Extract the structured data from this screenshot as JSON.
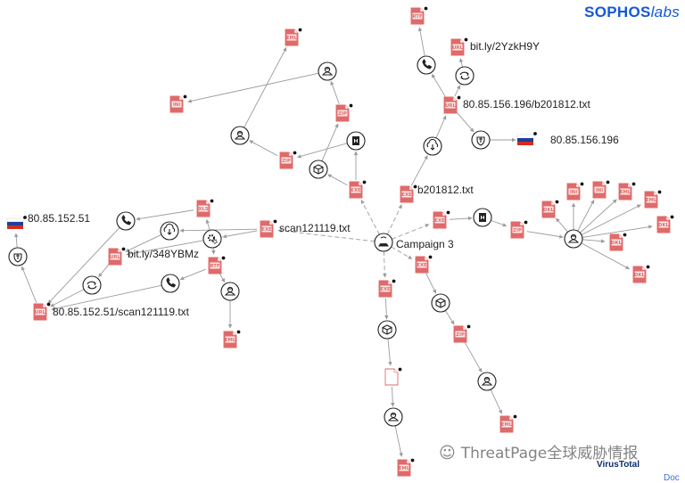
{
  "brand": {
    "main": "SOPHOS",
    "sub": "labs"
  },
  "footer": {
    "virustotal": "VirusTotal",
    "watermark": "ThreatPage全球威胁情报",
    "doc_link": "Doc"
  },
  "colors": {
    "file_red": "#e06a6a",
    "edge": "#9b9b9b",
    "flag_white": "#ffffff",
    "flag_blue": "#1c3f9c",
    "flag_red": "#d52b1e"
  },
  "nodes": [
    {
      "id": "campaign",
      "kind": "circle",
      "icon": "campaign-icon",
      "label": "Campaign 3"
    },
    {
      "id": "scan_exe",
      "kind": "file",
      "ft": "EXE",
      "label": "scan121119.txt"
    },
    {
      "id": "b2_exe",
      "kind": "file",
      "ft": "EXE",
      "label": "b201812.txt"
    },
    {
      "id": "exe_right",
      "kind": "file",
      "ft": "EXE",
      "label": ""
    },
    {
      "id": "exe_lower_r",
      "kind": "file",
      "ft": "EXE",
      "label": ""
    },
    {
      "id": "exe_lower_c",
      "kind": "file",
      "ft": "EXE",
      "label": ""
    },
    {
      "id": "exe_upper",
      "kind": "file",
      "ft": "EXE",
      "label": ""
    },
    {
      "id": "url_b2",
      "kind": "file",
      "ft": "URL",
      "label": "80.85.156.196/b201812.txt"
    },
    {
      "id": "url_bit2",
      "kind": "file",
      "ft": "URL",
      "label": "bit.ly/2YzkH9Y"
    },
    {
      "id": "ip156",
      "kind": "flag",
      "label": "80.85.156.196"
    },
    {
      "id": "url_scan",
      "kind": "file",
      "ft": "URL",
      "label": "80.85.152.51/scan121119.txt"
    },
    {
      "id": "url_bit3",
      "kind": "file",
      "ft": "URL",
      "label": "bit.ly/348YBMz"
    },
    {
      "id": "ip152",
      "kind": "flag",
      "label": "80.85.152.51"
    },
    {
      "id": "rtf_top",
      "kind": "file",
      "ft": "RTF",
      "label": ""
    },
    {
      "id": "rtf_left",
      "kind": "file",
      "ft": "RTF",
      "label": ""
    },
    {
      "id": "xls_left",
      "kind": "file",
      "ft": "XLS",
      "label": ""
    },
    {
      "id": "zip_a",
      "kind": "file",
      "ft": "ZIP",
      "label": ""
    },
    {
      "id": "zip_b",
      "kind": "file",
      "ft": "ZIP",
      "label": ""
    },
    {
      "id": "zip_r",
      "kind": "file",
      "ft": "ZIP",
      "label": ""
    },
    {
      "id": "zip_lr",
      "kind": "file",
      "ft": "ZIP",
      "label": ""
    },
    {
      "id": "eml_top",
      "kind": "file",
      "ft": "EML",
      "label": ""
    },
    {
      "id": "eml_left_bottom",
      "kind": "file",
      "ft": "EML",
      "label": ""
    },
    {
      "id": "eml_bottom",
      "kind": "file",
      "ft": "EML",
      "label": ""
    },
    {
      "id": "eml_lr",
      "kind": "file",
      "ft": "EML",
      "label": ""
    },
    {
      "id": "ini_top",
      "kind": "file",
      "ft": "INI",
      "label": ""
    },
    {
      "id": "doc_plain",
      "kind": "file",
      "ft": "",
      "label": ""
    },
    {
      "id": "r1",
      "kind": "file",
      "ft": "DKL",
      "label": ""
    },
    {
      "id": "r2",
      "kind": "file",
      "ft": "INI",
      "label": ""
    },
    {
      "id": "r3",
      "kind": "file",
      "ft": "INI",
      "label": ""
    },
    {
      "id": "r4",
      "kind": "file",
      "ft": "EML",
      "label": ""
    },
    {
      "id": "r5",
      "kind": "file",
      "ft": "EML",
      "label": ""
    },
    {
      "id": "r6",
      "kind": "file",
      "ft": "DKL",
      "label": ""
    },
    {
      "id": "r7",
      "kind": "file",
      "ft": "DKL",
      "label": ""
    },
    {
      "id": "r8",
      "kind": "file",
      "ft": "DKL",
      "label": ""
    },
    {
      "id": "c_contacted_l",
      "kind": "circle",
      "icon": "phone-icon",
      "label": ""
    },
    {
      "id": "c_download_l",
      "kind": "circle",
      "icon": "download-cloud-icon",
      "label": ""
    },
    {
      "id": "c_bundle_l",
      "kind": "circle",
      "icon": "gear-icon",
      "label": ""
    },
    {
      "id": "c_redirect_l",
      "kind": "circle",
      "icon": "redirect-icon",
      "label": ""
    },
    {
      "id": "c_contacted_l2",
      "kind": "circle",
      "icon": "phone-icon",
      "label": ""
    },
    {
      "id": "c_embedded_l",
      "kind": "circle",
      "icon": "person-icon",
      "label": ""
    },
    {
      "id": "c_resolve_l",
      "kind": "circle",
      "icon": "resolve-icon",
      "label": ""
    },
    {
      "id": "c_dropped_u",
      "kind": "circle",
      "icon": "box-icon",
      "label": ""
    },
    {
      "id": "c_person_u",
      "kind": "circle",
      "icon": "person-icon",
      "label": ""
    },
    {
      "id": "c_person_top",
      "kind": "circle",
      "icon": "person-icon",
      "label": ""
    },
    {
      "id": "c_exec_u",
      "kind": "circle",
      "icon": "execution-icon",
      "label": ""
    },
    {
      "id": "c_contacted_t",
      "kind": "circle",
      "icon": "phone-icon",
      "label": ""
    },
    {
      "id": "c_redirect_t",
      "kind": "circle",
      "icon": "redirect-icon",
      "label": ""
    },
    {
      "id": "c_download_t",
      "kind": "circle",
      "icon": "download-cloud-icon",
      "label": ""
    },
    {
      "id": "c_resolve_t",
      "kind": "circle",
      "icon": "resolve-icon",
      "label": ""
    },
    {
      "id": "c_exec_r",
      "kind": "circle",
      "icon": "execution-icon",
      "label": ""
    },
    {
      "id": "c_hub_r",
      "kind": "circle",
      "icon": "person-icon",
      "label": ""
    },
    {
      "id": "c_box_lr",
      "kind": "circle",
      "icon": "box-icon",
      "label": ""
    },
    {
      "id": "c_person_lr",
      "kind": "circle",
      "icon": "person-icon",
      "label": ""
    },
    {
      "id": "c_box_lc",
      "kind": "circle",
      "icon": "box-icon",
      "label": ""
    },
    {
      "id": "c_person_lc",
      "kind": "circle",
      "icon": "person-icon",
      "label": ""
    }
  ],
  "edges": [
    [
      "campaign",
      "scan_exe",
      "dashed"
    ],
    [
      "campaign",
      "b2_exe",
      "dashed"
    ],
    [
      "campaign",
      "exe_right",
      "dashed"
    ],
    [
      "campaign",
      "exe_lower_r",
      "dashed"
    ],
    [
      "campaign",
      "exe_lower_c",
      "dashed"
    ],
    [
      "campaign",
      "exe_upper",
      "dashed"
    ],
    [
      "scan_exe",
      "c_bundle_l",
      "solid"
    ],
    [
      "c_bundle_l",
      "xls_left",
      "solid"
    ],
    [
      "c_bundle_l",
      "rtf_left",
      "solid"
    ],
    [
      "c_bundle_l",
      "url_bit3",
      "solid"
    ],
    [
      "xls_left",
      "c_contacted_l",
      "solid"
    ],
    [
      "c_contacted_l",
      "url_scan",
      "solid"
    ],
    [
      "scan_exe",
      "c_download_l",
      "solid"
    ],
    [
      "c_download_l",
      "url_bit3",
      "solid"
    ],
    [
      "url_bit3",
      "c_redirect_l",
      "solid"
    ],
    [
      "c_redirect_l",
      "url_scan",
      "solid"
    ],
    [
      "rtf_left",
      "c_contacted_l2",
      "solid"
    ],
    [
      "c_contacted_l2",
      "url_scan",
      "solid"
    ],
    [
      "rtf_left",
      "c_embedded_l",
      "solid"
    ],
    [
      "c_embedded_l",
      "eml_left_bottom",
      "solid"
    ],
    [
      "url_scan",
      "c_resolve_l",
      "solid"
    ],
    [
      "c_resolve_l",
      "ip152",
      "solid"
    ],
    [
      "exe_upper",
      "c_dropped_u",
      "solid"
    ],
    [
      "c_dropped_u",
      "zip_a",
      "solid"
    ],
    [
      "zip_a",
      "c_person_u",
      "solid"
    ],
    [
      "c_person_u",
      "ini_top",
      "solid"
    ],
    [
      "exe_upper",
      "c_exec_u",
      "solid"
    ],
    [
      "c_exec_u",
      "zip_b",
      "solid"
    ],
    [
      "zip_b",
      "c_person_top",
      "solid"
    ],
    [
      "c_person_top",
      "eml_top",
      "solid"
    ],
    [
      "b2_exe",
      "c_download_t",
      "solid"
    ],
    [
      "c_download_t",
      "url_b2",
      "solid"
    ],
    [
      "url_b2",
      "c_redirect_t",
      "solid"
    ],
    [
      "c_redirect_t",
      "url_bit2",
      "solid"
    ],
    [
      "url_b2",
      "c_contacted_t",
      "solid"
    ],
    [
      "c_contacted_t",
      "rtf_top",
      "solid"
    ],
    [
      "url_b2",
      "c_resolve_t",
      "solid"
    ],
    [
      "c_resolve_t",
      "ip156",
      "solid"
    ],
    [
      "exe_right",
      "c_exec_r",
      "solid"
    ],
    [
      "c_exec_r",
      "zip_r",
      "solid"
    ],
    [
      "zip_r",
      "c_hub_r",
      "solid"
    ],
    [
      "c_hub_r",
      "r1",
      "solid"
    ],
    [
      "c_hub_r",
      "r2",
      "solid"
    ],
    [
      "c_hub_r",
      "r3",
      "solid"
    ],
    [
      "c_hub_r",
      "r4",
      "solid"
    ],
    [
      "c_hub_r",
      "r5",
      "solid"
    ],
    [
      "c_hub_r",
      "r6",
      "solid"
    ],
    [
      "c_hub_r",
      "r7",
      "solid"
    ],
    [
      "c_hub_r",
      "r8",
      "solid"
    ],
    [
      "exe_lower_r",
      "c_box_lr",
      "solid"
    ],
    [
      "c_box_lr",
      "zip_lr",
      "solid"
    ],
    [
      "zip_lr",
      "c_person_lr",
      "solid"
    ],
    [
      "c_person_lr",
      "eml_lr",
      "solid"
    ],
    [
      "exe_lower_c",
      "c_box_lc",
      "solid"
    ],
    [
      "c_box_lc",
      "doc_plain",
      "solid"
    ],
    [
      "doc_plain",
      "c_person_lc",
      "solid"
    ],
    [
      "c_person_lc",
      "eml_bottom",
      "solid"
    ]
  ]
}
